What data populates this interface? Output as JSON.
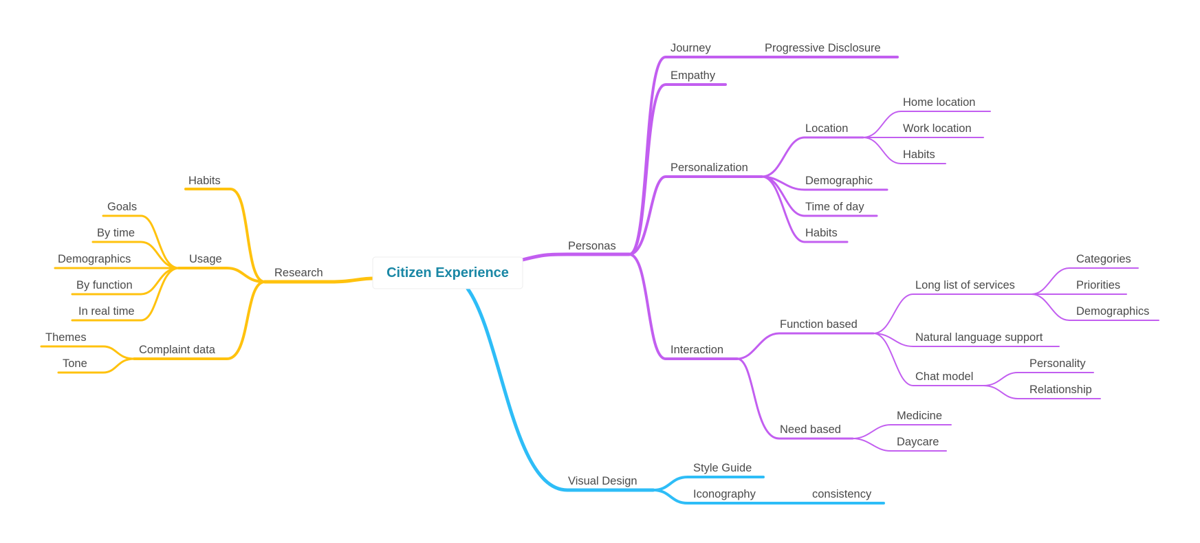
{
  "colors": {
    "research": "#ffc20e",
    "personas": "#c25ef0",
    "visual_design": "#2ebdf7",
    "root_text": "#1a87a5",
    "label_text": "#4a4a4a"
  },
  "root": {
    "label": "Citizen Experience"
  },
  "branches": {
    "research": {
      "label": "Research",
      "habits": "Habits",
      "usage": {
        "label": "Usage",
        "goals": "Goals",
        "by_time": "By time",
        "demographics": "Demographics",
        "by_function": "By function",
        "in_real_time": "In real time"
      },
      "complaint": {
        "label": "Complaint data",
        "themes": "Themes",
        "tone": "Tone"
      }
    },
    "personas": {
      "label": "Personas",
      "journey": {
        "label": "Journey",
        "progressive": "Progressive Disclosure"
      },
      "empathy": "Empathy",
      "personalization": {
        "label": "Personalization",
        "location": {
          "label": "Location",
          "home": "Home location",
          "work": "Work location",
          "habits": "Habits"
        },
        "demographic": "Demographic",
        "time_of_day": "Time of day",
        "habits": "Habits"
      },
      "interaction": {
        "label": "Interaction",
        "function_based": {
          "label": "Function based",
          "long_list": {
            "label": "Long list of services",
            "categories": "Categories",
            "priorities": "Priorities",
            "demographics": "Demographics"
          },
          "nlp": "Natural language support",
          "chat": {
            "label": "Chat model",
            "personality": "Personality",
            "relationship": "Relationship"
          }
        },
        "need_based": {
          "label": "Need based",
          "medicine": "Medicine",
          "daycare": "Daycare"
        }
      }
    },
    "visual_design": {
      "label": "Visual Design",
      "style_guide": "Style Guide",
      "iconography": {
        "label": "Iconography",
        "consistency": "consistency"
      }
    }
  }
}
